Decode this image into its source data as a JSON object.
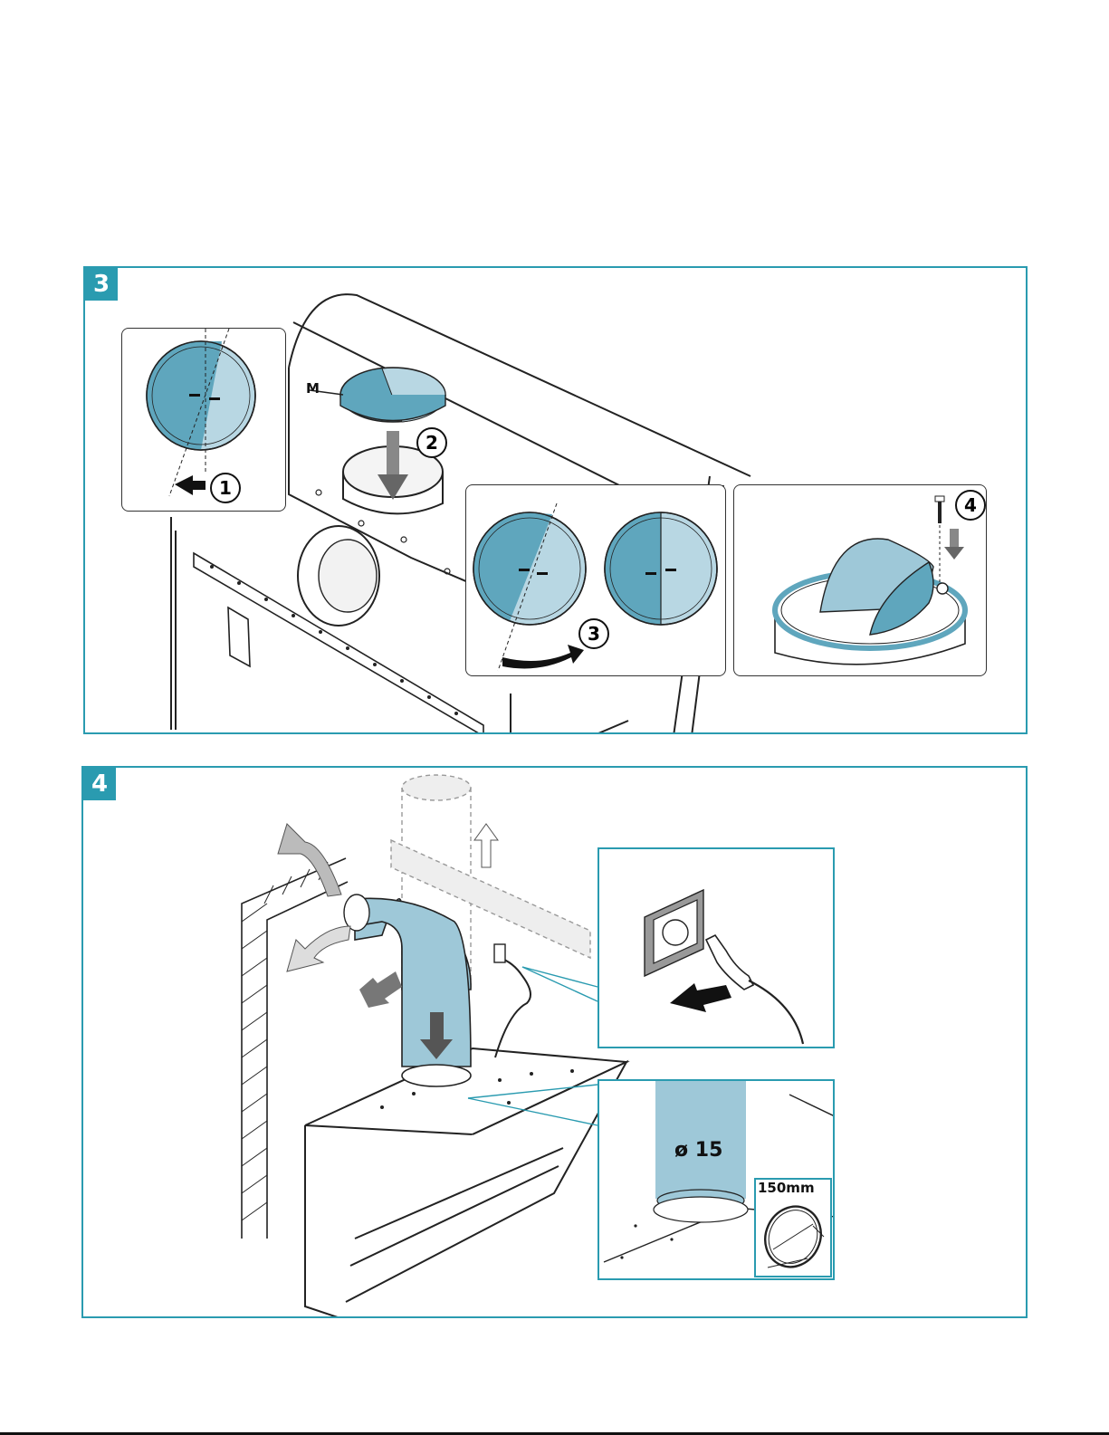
{
  "steps": [
    {
      "number": "3",
      "callouts": [
        "1",
        "2",
        "3",
        "4"
      ],
      "part_label": "M"
    },
    {
      "number": "4",
      "duct_label": "ø 15",
      "size_label": "150mm"
    }
  ],
  "colors": {
    "accent": "#2a9bb0",
    "disc_dark": "#5fa6bd",
    "disc_light": "#b8d7e3",
    "duct": "#9ec8d8"
  }
}
